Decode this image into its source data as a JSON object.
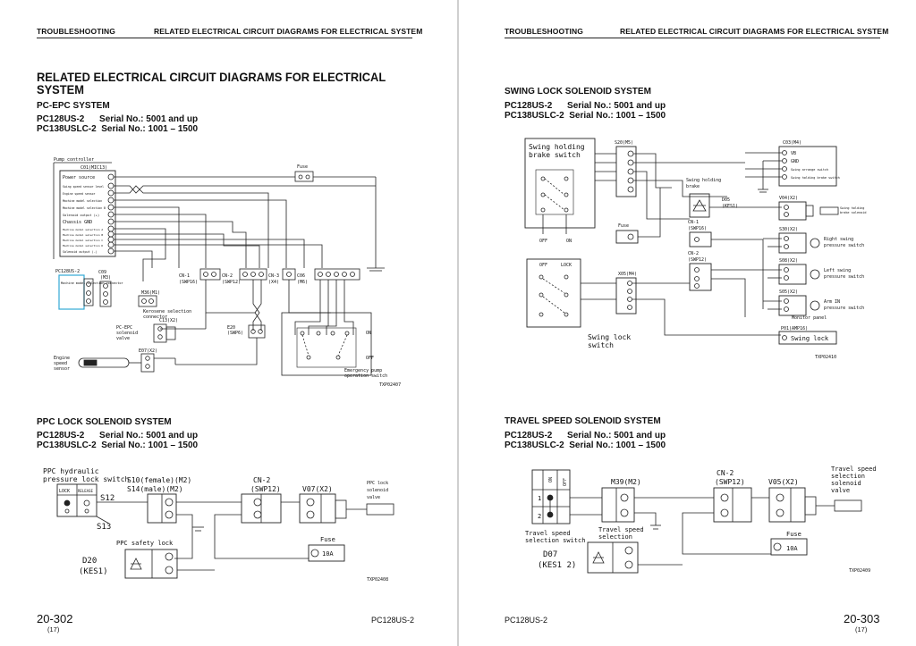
{
  "header": {
    "left": "TROUBLESHOOTING",
    "right": "RELATED ELECTRICAL CIRCUIT DIAGRAMS FOR ELECTRICAL SYSTEM"
  },
  "left_page": {
    "main_title_line1": "RELATED ELECTRICAL CIRCUIT DIAGRAMS FOR ELECTRICAL",
    "main_title_line2": "SYSTEM",
    "sections": [
      {
        "title": "PC-EPC SYSTEM",
        "model1": "PC128US-2",
        "serial1": "Serial No.: 5001 and up",
        "model2": "PC138USLC-2",
        "serial2": "Serial No.: 1001 – 1500",
        "diagram_code": "TXP02407",
        "labels": {
          "pump_controller": "Pump controller",
          "c01": "C01(MIC13)",
          "power_source": "Power source",
          "swing_sw": "Swing speed sensor level",
          "engine_sw": "Engine speed sensor",
          "machine_sel": "Machine model selection",
          "machine_sel2": "Machine model selection B",
          "solenoid_out": "Solenoid output (+)",
          "chassis_gnd": "Chassis GND",
          "m_sel_a": "Machine model selection A",
          "m_sel_b": "Machine model selection B",
          "m_sel_c": "Machine model selection C",
          "m_sel_d": "Machine model selection D",
          "solenoid_out2": "Solenoid output (-)",
          "fuse": "Fuse",
          "pc128": "PC128US-2",
          "c09": "C09",
          "m3": "(M3)",
          "machine_model_conn": "Machine model selection connector",
          "m36": "M36(M1)",
          "kerosene": "Kerosene selection",
          "kerosene2": "connector",
          "cn1": "CN-1",
          "swp16": "(SWP16)",
          "cn2": "CN-2",
          "swp12": "(SWP12)",
          "cn3": "CN-3",
          "x4": "(X4)",
          "c06": "C06",
          "m6": "(M6)",
          "c13": "C13(X2)",
          "epc_valve1": "PC-EPC",
          "epc_valve2": "solenoid",
          "epc_valve3": "valve",
          "e20": "E20",
          "swp6": "(SWP6)",
          "e07": "E07(X2)",
          "engine_speed1": "Engine",
          "engine_speed2": "speed",
          "engine_speed3": "sensor",
          "on": "ON",
          "off": "OFF",
          "emergency1": "Emergency pump",
          "emergency2": "operation switch"
        }
      },
      {
        "title": "PPC LOCK SOLENOID SYSTEM",
        "model1": "PC128US-2",
        "serial1": "Serial No.: 5001 and up",
        "model2": "PC138USLC-2",
        "serial2": "Serial No.: 1001 – 1500",
        "diagram_code": "TXP02408",
        "labels": {
          "ppc_hyd1": "PPC hydraulic",
          "ppc_hyd2": "pressure lock switch",
          "lock": "LOCK",
          "release": "RELEASE",
          "s12": "S12",
          "s13": "S13",
          "s10": "S10(female)(M2)",
          "s14": "S14(male)(M2)",
          "cn2": "CN-2",
          "swp12": "(SWP12)",
          "v07": "V07(X2)",
          "ppc_valve1": "PPC lock",
          "ppc_valve2": "solenoid",
          "ppc_valve3": "valve",
          "ppc_safety": "PPC safety lock",
          "d20": "D20",
          "kes1": "(KES1)",
          "fuse": "Fuse",
          "fuse_amp": "10A"
        }
      }
    ],
    "page_number": "20-302",
    "page_sub": "(17)",
    "model_footer": "PC128US-2"
  },
  "right_page": {
    "sections": [
      {
        "title": "SWING LOCK SOLENOID SYSTEM",
        "model1": "PC128US-2",
        "serial1": "Serial No.: 5001 and up",
        "model2": "PC138USLC-2",
        "serial2": "Serial No.: 1001 – 1500",
        "diagram_code": "TXP02410",
        "labels": {
          "swing_holding1": "Swing holding",
          "swing_holding2": "brake switch",
          "s20": "S20(M5)",
          "c03": "C03(M4)",
          "vb": "VB",
          "gnd": "GND",
          "swing_sw": "Swing arrange switch",
          "swing_brake_sw": "Swing holding brake switch",
          "swing_brake1": "Swing holding",
          "swing_brake2": "brake",
          "d05": "D05",
          "kes1": "(KES1)",
          "v04": "V04(X2)",
          "sol1": "Swing holding",
          "sol2": "brake solenoid",
          "cn1": "CN-1",
          "swp16": "(SWP16)",
          "s30": "S30(X2)",
          "right_swing1": "Right swing",
          "right_swing2": "pressure switch",
          "cn2": "CN-2",
          "swp12": "(SWP12)",
          "s08": "S08(X2)",
          "left_swing1": "Left swing",
          "left_swing2": "pressure switch",
          "s05": "S05(X2)",
          "arm_in1": "Arm IN",
          "arm_in2": "pressure switch",
          "fuse": "Fuse",
          "off": "OFF",
          "on": "ON",
          "lock": "LOCK",
          "x05": "X05(M4)",
          "monitor": "Monitor panel",
          "p01": "P01(AMP16)",
          "swing_lock": "Swing lock",
          "swing_lock_sw1": "Swing lock",
          "swing_lock_sw2": "switch"
        }
      },
      {
        "title": "TRAVEL SPEED SOLENOID SYSTEM",
        "model1": "PC128US-2",
        "serial1": "Serial No.: 5001 and up",
        "model2": "PC138USLC-2",
        "serial2": "Serial No.: 1001 – 1500",
        "diagram_code": "TXP02409",
        "labels": {
          "on": "ON",
          "off": "OFF",
          "m39": "M39(M2)",
          "cn2": "CN-2",
          "swp12": "(SWP12)",
          "v05": "V05(X2)",
          "tv1": "Travel speed",
          "tv2": "selection",
          "tv3": "solenoid",
          "tv4": "valve",
          "tss1": "Travel speed",
          "tss2": "selection switch",
          "tss3": "Travel speed",
          "tss4": "selection",
          "d07": "D07",
          "kes12": "(KES1 2)",
          "fuse": "Fuse",
          "fuse_amp": "10A"
        }
      }
    ],
    "page_number": "20-303",
    "page_sub": "(17)",
    "model_footer": "PC128US-2"
  }
}
